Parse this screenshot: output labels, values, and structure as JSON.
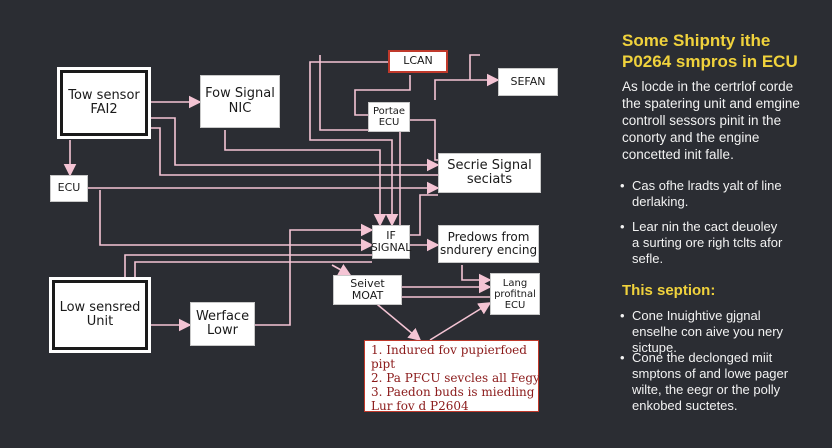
{
  "diagram": {
    "tow_sensor": [
      "Tow sensor",
      "FAI2"
    ],
    "fow_signal": [
      "Fow Signal",
      "NIC"
    ],
    "lcan": "LCAN",
    "sefan": "SEFAN",
    "portae": [
      "Portae",
      "ECU"
    ],
    "ecu": "ECU",
    "secrie": [
      "Secrie Signal",
      "seciats"
    ],
    "if_signal": [
      "IF",
      "SIGNAL"
    ],
    "predows": [
      "Predows from",
      "sndurery encing"
    ],
    "low_sensed": [
      "Low sensred",
      "Unit"
    ],
    "werface": [
      "Werface",
      "Lowr"
    ],
    "seivet": [
      "Seivet",
      "MOAT"
    ],
    "lang": [
      "Lang",
      "profitnal",
      "ECU"
    ],
    "note_lines": [
      "1. Indured fov pupierfoed",
      "pipt",
      "2. Pa PFCU sevcles all Fegy",
      "3. Paedon buds is miedling",
      "Lur fov d P2604"
    ],
    "colors": {
      "connector": "#f4c4d4",
      "accent_red": "#c0392b"
    }
  },
  "panel": {
    "title": [
      "Some Shipnty ithe",
      "P0264 smpros in ECU"
    ],
    "intro": [
      "As locde in the certrlof corde",
      "the spatering unit and emgine",
      "controll sessors pinit in the",
      "conorty and the engine",
      "concetted init falle."
    ],
    "bullets1": [
      [
        "Cas ofhe lradts yalt of line",
        "derlaking."
      ],
      [
        "Lear nin the cact deuoley",
        "a surting ore righ tclts afor",
        "sefle."
      ]
    ],
    "section_title": "This seption:",
    "bullets2": [
      [
        "Cone Inuightive gjgnal",
        "enselhe con aive you nery",
        "sictupe."
      ],
      [
        "Cone the declonged miit",
        "smptons of and lowe pager",
        "wilte, the eegr or the polly",
        "enkobed suctetes."
      ]
    ],
    "colors": {
      "heading": "#f0d23c",
      "text": "#f2f2f2",
      "background": "#2b2d33"
    }
  }
}
